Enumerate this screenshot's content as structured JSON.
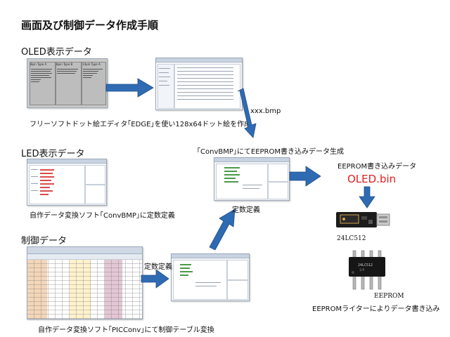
{
  "title": "画面及び制御データ作成手順",
  "sections": {
    "oled": "OLED表示データ",
    "led": "LED表示データ",
    "control": "制御データ"
  },
  "captions": {
    "oled": "フリーソフトドット絵エディタ｢EDGE｣を使い128x64ドット絵を作成",
    "led": "自作データ変換ソフト｢ConvBMP｣に定数定義",
    "control": "自作データ変換ソフト｢PICConv｣にて制御テーブル変換",
    "convbmp": "｢ConvBMP｣にてEEPROM書き込みデータ生成",
    "eeprom_data": "EEPROM書き込みデータ",
    "eeprom_writer": "EEPROMライターによりデータ書き込み"
  },
  "arrow_labels": {
    "xxx_bmp": "xxx.bmp",
    "const_def_1": "定数定義",
    "const_def_2": "定数定義"
  },
  "output_file": "OLED.bin",
  "device_labels": {
    "writer": "24LC512",
    "chip": "EEPROM"
  },
  "oled_table": {
    "headers": [
      "8pin Type A",
      "8pin Type B",
      "14pin Type A"
    ]
  },
  "colors": {
    "arrow": "#2f6bb3",
    "output_text": "#e02020"
  }
}
